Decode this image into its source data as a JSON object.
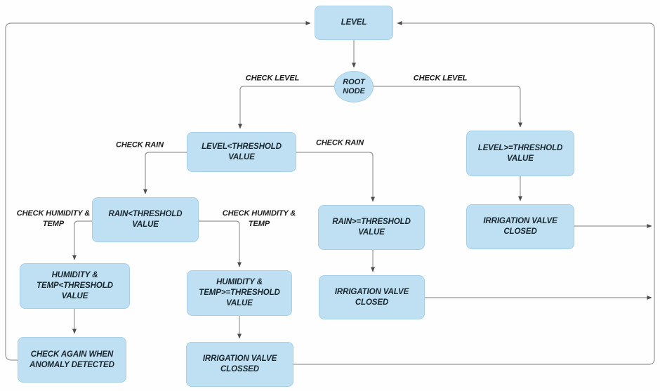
{
  "diagram_title": "Irrigation decision tree flowchart",
  "colors": {
    "node_fill": "#bfe0f2",
    "node_border": "#a5d0e7",
    "node_text": "#17262f",
    "edge_line": "#979797",
    "arrow": "#4d4d4d",
    "label_text": "#1c1c1c",
    "background": "#fefefe"
  },
  "nodes": {
    "level": "LEVEL",
    "root_node": "ROOT\nNODE",
    "level_below_threshold": "LEVEL<THRESHOLD VALUE",
    "level_at_or_above_threshold": "LEVEL>=THRESHOLD\nVALUE",
    "rain_below_threshold": "RAIN<THRESHOLD VALUE",
    "rain_at_or_above_threshold": "RAIN>=THRESHOLD VALUE",
    "irrigation_valve_closed_level_branch": "IRRIGATION VALVE CLOSED",
    "humidity_temp_below_threshold": "HUMIDITY &\nTEMP<THRESHOLD VALUE",
    "humidity_temp_at_or_above_threshold": "HUMIDITY &\nTEMP>=THRESHOLD VALUE",
    "irrigation_valve_closed_rain_branch": "IRRIGATION VALVE CLOSED",
    "check_again_when_anomaly_detected": "CHECK AGAIN WHEN\nANOMALY DETECTED",
    "irrigation_valve_clossed": "IRRIGATION VALVE\nCLOSSED"
  },
  "edge_labels": {
    "check_level_left": "CHECK LEVEL",
    "check_level_right": "CHECK LEVEL",
    "check_rain_left": "CHECK RAIN",
    "check_rain_right": "CHECK RAIN",
    "check_humidity_temp_left": "CHECK HUMIDITY &\nTEMP",
    "check_humidity_temp_right": "CHECK HUMIDITY &\nTEMP"
  }
}
